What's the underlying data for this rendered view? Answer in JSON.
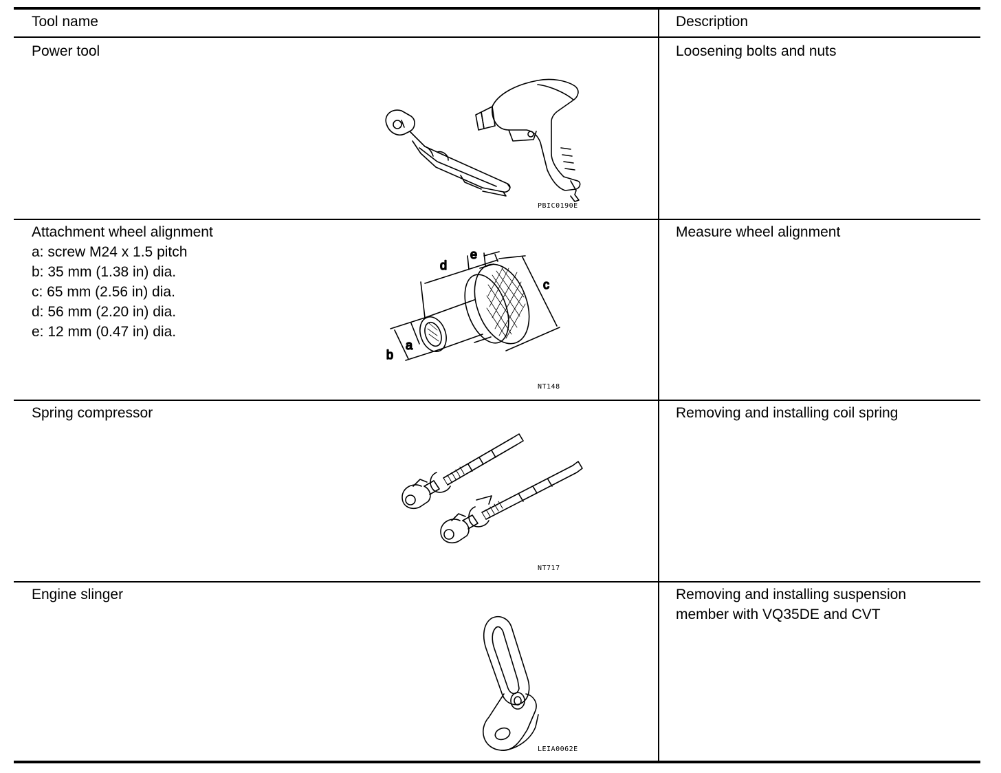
{
  "table": {
    "headers": [
      "Tool name",
      "Description"
    ],
    "rows": [
      {
        "tool_name": "Power tool",
        "specs": [],
        "description": [
          "Loosening bolts and nuts"
        ],
        "figure_code": "PBIC0190E",
        "icon": "power-tool-icon"
      },
      {
        "tool_name": "Attachment wheel alignment",
        "specs": [
          "a: screw M24 x 1.5 pitch",
          "b: 35 mm (1.38 in) dia.",
          "c: 65 mm (2.56 in) dia.",
          "d: 56 mm (2.20 in) dia.",
          "e: 12 mm (0.47 in) dia."
        ],
        "description": [
          "Measure wheel alignment"
        ],
        "figure_code": "NT148",
        "figure_labels": [
          "a",
          "b",
          "c",
          "d",
          "e"
        ],
        "icon": "wheel-alignment-attachment-icon"
      },
      {
        "tool_name": "Spring compressor",
        "specs": [],
        "description": [
          "Removing and installing coil spring"
        ],
        "figure_code": "NT717",
        "icon": "spring-compressor-icon"
      },
      {
        "tool_name": "Engine slinger",
        "specs": [],
        "description": [
          "Removing and installing suspension",
          "member with VQ35DE and CVT"
        ],
        "figure_code": "LEIA0062E",
        "icon": "engine-slinger-icon"
      }
    ]
  }
}
